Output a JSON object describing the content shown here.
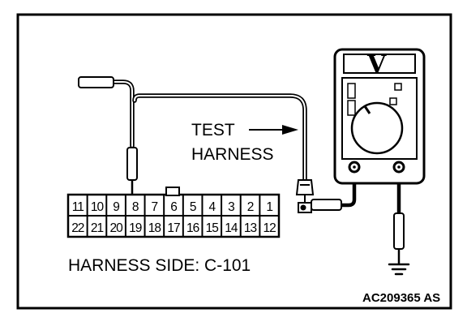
{
  "labels": {
    "test": "TEST",
    "harness": "HARNESS",
    "harness_side": "HARNESS SIDE: C-101",
    "figure_code": "AC209365 AS",
    "meter_mode": "V"
  },
  "connector": {
    "top_row": [
      "11",
      "10",
      "9",
      "8",
      "7",
      "6",
      "5",
      "4",
      "3",
      "2",
      "1"
    ],
    "bottom_row": [
      "22",
      "21",
      "20",
      "19",
      "18",
      "17",
      "16",
      "15",
      "14",
      "13",
      "12"
    ]
  },
  "icons": {
    "meter": "voltmeter-icon",
    "ground": "ground-icon"
  }
}
